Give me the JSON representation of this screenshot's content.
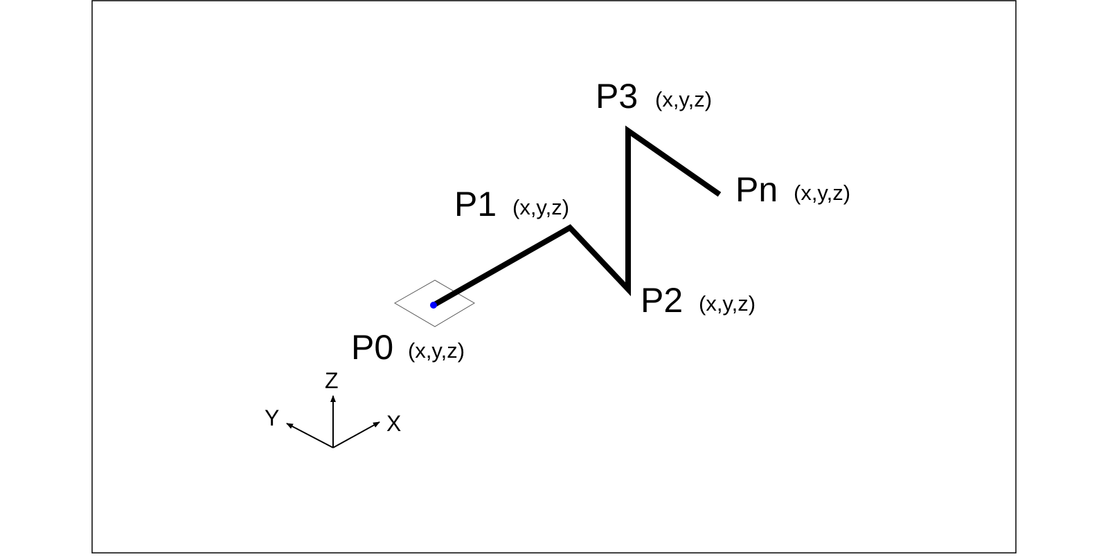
{
  "colors": {
    "background": "#ffffff",
    "frame": "#000000",
    "polyline": "#000000",
    "start_marker": "#0000ff",
    "start_plane": "#555555"
  },
  "points": [
    {
      "name": "P0",
      "coord": "(x,y,z)"
    },
    {
      "name": "P1",
      "coord": "(x,y,z)"
    },
    {
      "name": "P2",
      "coord": "(x,y,z)"
    },
    {
      "name": "P3",
      "coord": "(x,y,z)"
    },
    {
      "name": "Pn",
      "coord": "(x,y,z)"
    }
  ],
  "axes": {
    "z_label": "Z",
    "y_label": "Y",
    "x_label": "X"
  }
}
